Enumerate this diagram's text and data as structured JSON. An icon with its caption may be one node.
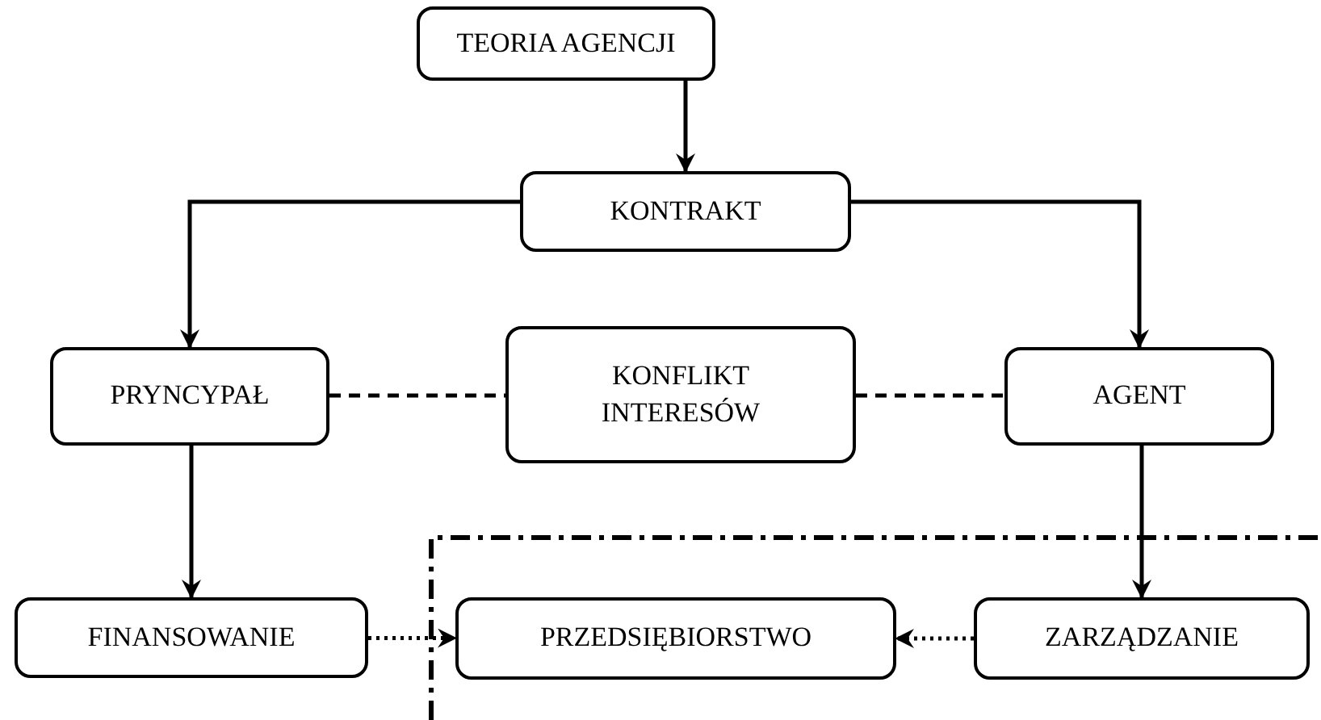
{
  "diagram": {
    "nodes": [
      {
        "text": [
          "TEORIA AGENCJI"
        ]
      },
      {
        "text": [
          "KONTRAKT"
        ]
      },
      {
        "text": [
          "PRYNCYPAŁ"
        ]
      },
      {
        "text": [
          "KONFLIKT INTERESÓW"
        ]
      },
      {
        "text": [
          "AGENT"
        ]
      },
      {
        "text": [
          "FINANSOWANIE"
        ]
      },
      {
        "text": [
          "PRZEDSIĘBIORSTWO"
        ]
      },
      {
        "text": [
          "ZARZĄDZANIE"
        ]
      }
    ],
    "edges": [
      {
        "from": 0,
        "to": 1,
        "arrow": "to"
      },
      {
        "from": 1,
        "to": 2,
        "arrow": "to"
      },
      {
        "from": 1,
        "to": 4,
        "arrow": "to"
      },
      {
        "from": 2,
        "to": 3,
        "arrow": "none",
        "style": "dashed"
      },
      {
        "from": 3,
        "to": 4,
        "arrow": "none",
        "style": "dashed"
      },
      {
        "from": 2,
        "to": 5,
        "arrow": "to"
      },
      {
        "from": 4,
        "to": 7,
        "arrow": "to"
      },
      {
        "from": 5,
        "to": 6,
        "arrow": "to",
        "style": "dashed"
      },
      {
        "from": 7,
        "to": 6,
        "arrow": "to",
        "style": "dashed"
      }
    ]
  }
}
